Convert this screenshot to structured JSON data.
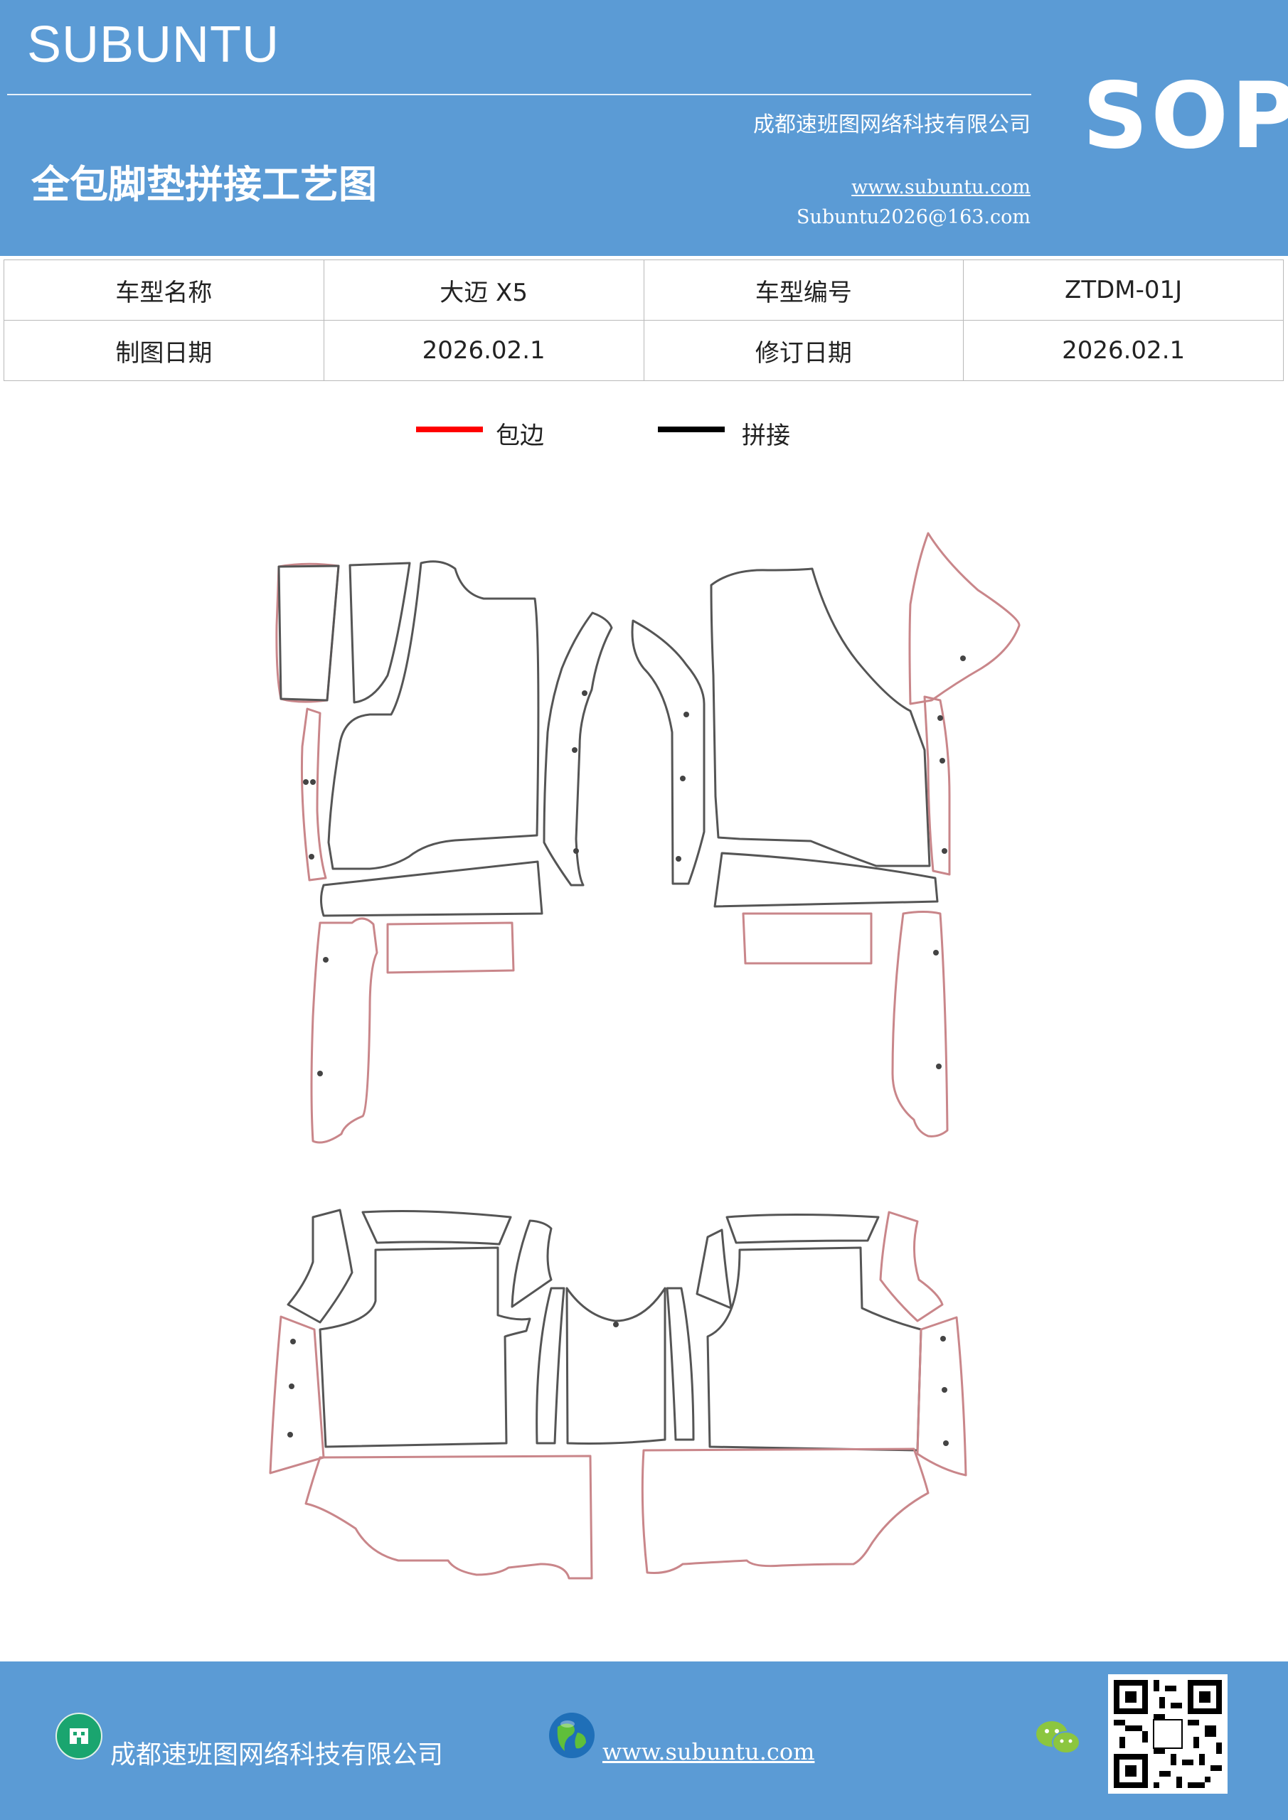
{
  "header": {
    "brand": "SUBUNTU",
    "sop": "SOP",
    "company": "成都速班图网络科技有限公司",
    "title": "全包脚垫拼接工艺图",
    "website": "www.subuntu.com",
    "email": "Subuntu2026@163.com"
  },
  "info_table": {
    "rows": [
      [
        "车型名称",
        "大迈 X5",
        "车型编号",
        "ZTDM-01J"
      ],
      [
        "制图日期",
        "2026.02.1",
        "修订日期",
        "2026.02.1"
      ]
    ]
  },
  "legend": {
    "items": [
      {
        "label": "包边",
        "color": "#ff0000"
      },
      {
        "label": "拼接",
        "color": "#000000"
      }
    ]
  },
  "colors": {
    "brand_blue": "#5b9bd5",
    "outline": "#555555",
    "edge": "#c9868a"
  },
  "footer": {
    "company": "成都速班图网络科技有限公司",
    "website": "www.subuntu.com",
    "icons": [
      "building-icon",
      "globe-icon",
      "wechat-icon",
      "qr-code"
    ]
  }
}
